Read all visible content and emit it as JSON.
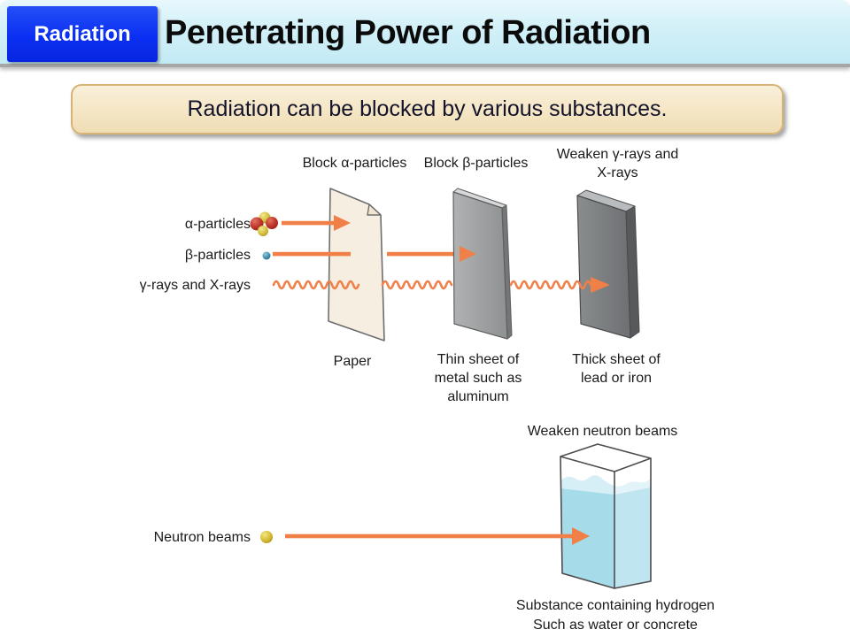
{
  "header": {
    "badge": "Radiation",
    "title": "Penetrating Power of Radiation"
  },
  "callout": {
    "text": "Radiation can be blocked by various substances."
  },
  "rays": {
    "alpha": "α-particles",
    "beta": "β-particles",
    "gamma": "γ-rays and X-rays",
    "neutron": "Neutron beams"
  },
  "barrier_top_labels": {
    "paper": "Block α-particles",
    "metal": "Block β-particles",
    "lead": "Weaken γ-rays and\nX-rays",
    "water": "Weaken neutron beams"
  },
  "barrier_names": {
    "paper": "Paper",
    "metal": "Thin sheet of\nmetal such as\naluminum",
    "lead": "Thick sheet of\nlead or iron",
    "water": "Substance containing hydrogen\nSuch as water or concrete"
  },
  "icons": {
    "alpha_particle": "alpha-particle-icon",
    "beta_particle": "beta-particle-icon",
    "gamma_wave": "gamma-wave-icon",
    "neutron_particle": "neutron-particle-icon"
  },
  "colors": {
    "accent_orange": "#F08048",
    "badge_blue": "#0B2FF2",
    "header_band": "#CDEEF6",
    "callout_fill": "#F4E5C2",
    "callout_border": "#D7B476",
    "paper_fill": "#F6EEE0",
    "thin_metal_fill": "#9EA1A2",
    "thick_metal_fill": "#7A7E80",
    "water_fill": "#A6DBEA"
  }
}
